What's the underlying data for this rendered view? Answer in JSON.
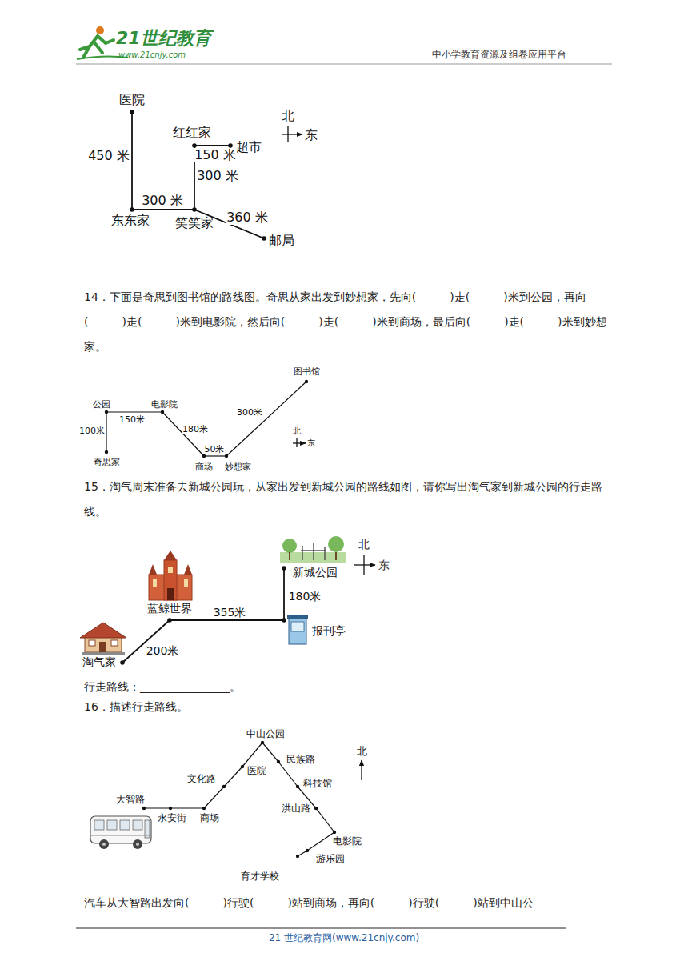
{
  "diagram": {
    "nodes": [
      {
        "text": [
          "医院"
        ]
      },
      {
        "text": [
          "红红家"
        ]
      },
      {
        "text": [
          "超市"
        ]
      },
      {
        "text": [
          "东东家"
        ]
      },
      {
        "text": [
          "笑笑家"
        ]
      },
      {
        "text": [
          "邮局"
        ]
      },
      {
        "text": [
          "图书馆"
        ]
      },
      {
        "text": [
          "公园"
        ]
      },
      {
        "text": [
          "电影院"
        ]
      },
      {
        "text": [
          "奇思家"
        ]
      },
      {
        "text": [
          "商场"
        ]
      },
      {
        "text": [
          "妙想家"
        ]
      },
      {
        "text": [
          "新城公园"
        ]
      },
      {
        "text": [
          "蓝鲸世界"
        ]
      },
      {
        "text": [
          "报刊亭"
        ]
      },
      {
        "text": [
          "淘气家"
        ]
      },
      {
        "text": [
          "中山公园"
        ]
      },
      {
        "text": [
          "民族路"
        ]
      },
      {
        "text": [
          "科技馆"
        ]
      },
      {
        "text": [
          "文化路"
        ]
      },
      {
        "text": [
          "医院"
        ]
      },
      {
        "text": [
          "大智路"
        ]
      },
      {
        "text": [
          "洪山路"
        ]
      },
      {
        "text": [
          "永安街"
        ]
      },
      {
        "text": [
          "商场"
        ]
      },
      {
        "text": [
          "电影院"
        ]
      },
      {
        "text": [
          "游乐园"
        ]
      },
      {
        "text": [
          "育才学校"
        ]
      }
    ],
    "edges": [
      {
        "from": 0,
        "to": 3,
        "label": "450 米",
        "arrow": "none"
      },
      {
        "from": 3,
        "to": 4,
        "label": "300 米",
        "arrow": "none"
      },
      {
        "from": 1,
        "to": 2,
        "label": "150 米",
        "arrow": "none"
      },
      {
        "from": 4,
        "to": 1,
        "label": "300 米",
        "arrow": "none"
      },
      {
        "from": 4,
        "to": 5,
        "label": "360 米",
        "arrow": "none"
      },
      {
        "from": 9,
        "to": 7,
        "label": "100米",
        "arrow": "none"
      },
      {
        "from": 7,
        "to": 8,
        "label": "150米",
        "arrow": "none"
      },
      {
        "from": 8,
        "to": 10,
        "label": "180米",
        "arrow": "none"
      },
      {
        "from": 10,
        "to": 11,
        "label": "50米",
        "arrow": "none"
      },
      {
        "from": 11,
        "to": 6,
        "label": "300米",
        "arrow": "none"
      },
      {
        "from": 15,
        "to": 13,
        "label": "200米",
        "arrow": "none"
      },
      {
        "from": 13,
        "to": 14,
        "label": "355米",
        "arrow": "none"
      },
      {
        "from": 14,
        "to": 12,
        "label": "180米",
        "arrow": "none"
      },
      {
        "from": 21,
        "to": 23,
        "arrow": "none"
      },
      {
        "from": 23,
        "to": 24,
        "arrow": "none"
      },
      {
        "from": 24,
        "to": 19,
        "arrow": "none"
      },
      {
        "from": 19,
        "to": 20,
        "arrow": "none"
      },
      {
        "from": 20,
        "to": 16,
        "arrow": "none"
      },
      {
        "from": 16,
        "to": 17,
        "arrow": "none"
      },
      {
        "from": 17,
        "to": 18,
        "arrow": "none"
      },
      {
        "from": 18,
        "to": 22,
        "arrow": "none"
      },
      {
        "from": 22,
        "to": 25,
        "arrow": "none"
      },
      {
        "from": 25,
        "to": 26,
        "arrow": "none"
      },
      {
        "from": 26,
        "to": 27,
        "arrow": "none"
      }
    ],
    "labels": [
      "21世纪教育",
      "www.21cnjy.com",
      "中小学教育资源及组卷应用平台",
      "北",
      "东",
      "14．下面是奇思到图书馆的路线图。奇思从家出发到妙想家，先向(　　　)走(　　　)米到公园，再向(　　　)走(　　　)米到电影院，然后向(　　　)走(　　　)米到商场，最后向(　　　)走(　　　)米到妙想家。",
      "北",
      "东",
      "15．淘气周末准备去新城公园玩，从家出发到新城公园的路线如图，请你写出淘气家到新城公园的行走路线。",
      "北",
      "东",
      "行走路线：________________。",
      "16．描述行走路线。",
      "北",
      "汽车从大智路出发向(　　　)行驶(　　　)站到商场，再向(　　　)行驶(　　　)站到中山公",
      "21 世纪教育网(www.21cnjy.com)"
    ]
  }
}
